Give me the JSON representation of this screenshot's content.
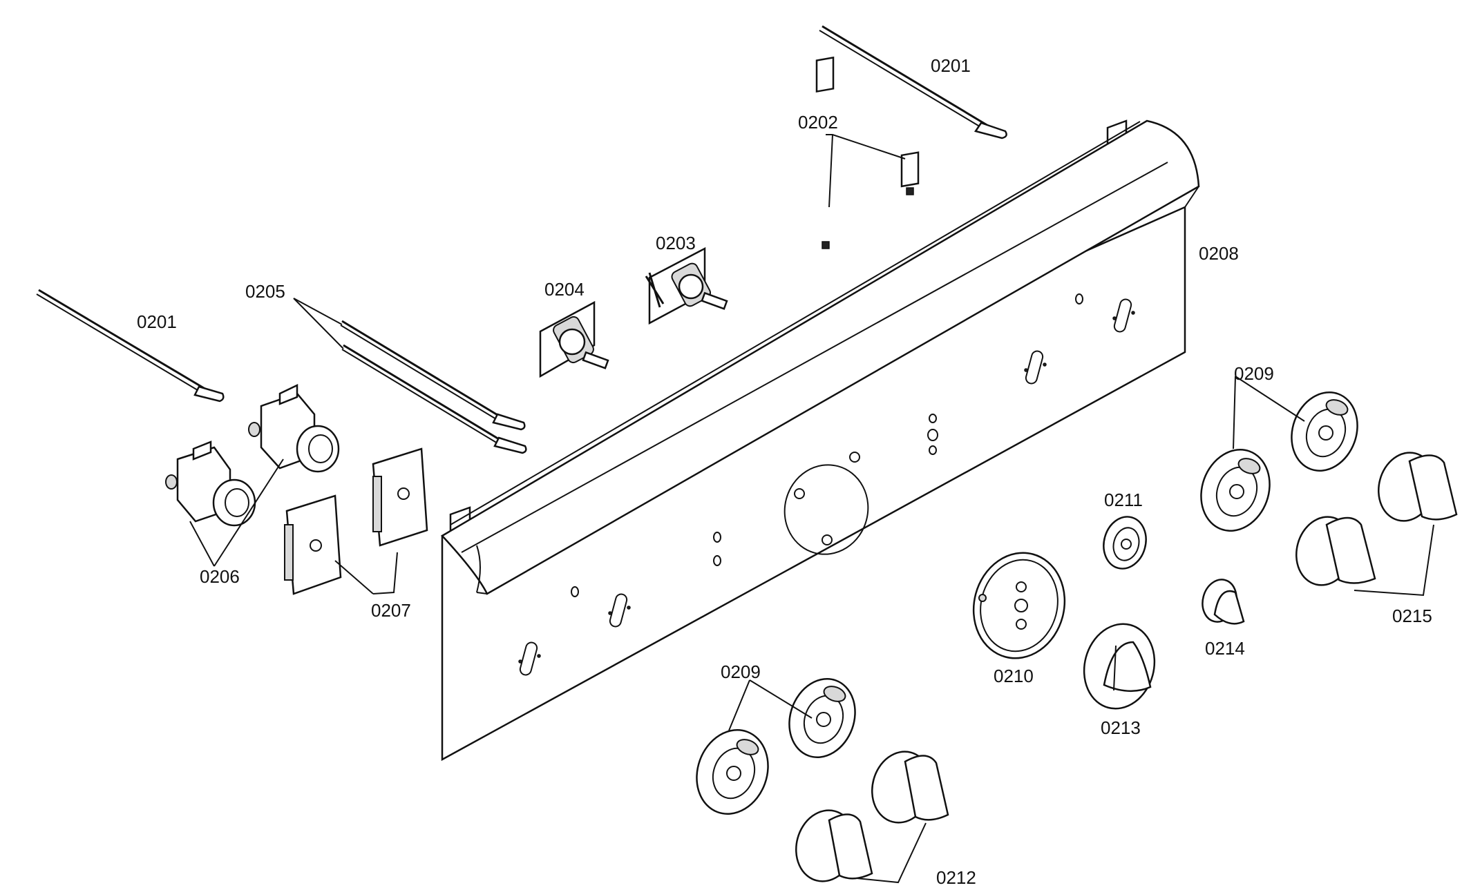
{
  "labels": {
    "0201_top": "0201",
    "0201_left": "0201",
    "0202": "0202",
    "0203": "0203",
    "0204": "0204",
    "0205": "0205",
    "0206": "0206",
    "0207": "0207",
    "0208": "0208",
    "0209_right": "0209",
    "0209_bottom": "0209",
    "0210": "0210",
    "0211": "0211",
    "0212": "0212",
    "0213": "0213",
    "0214": "0214",
    "0215": "0215"
  }
}
